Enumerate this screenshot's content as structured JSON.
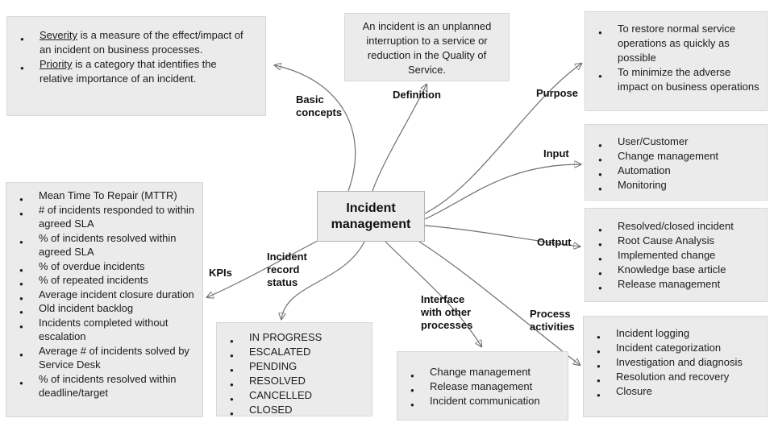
{
  "center": {
    "title": "Incident management"
  },
  "colors": {
    "box_fill": "#ebebeb",
    "box_border": "#d7d7d7",
    "center_border": "#b3b3b3",
    "edge_line": "#707070",
    "text": "#1c1c1c",
    "background": "#ffffff"
  },
  "labels": {
    "basic_concepts": "Basic concepts",
    "definition": "Definition",
    "purpose": "Purpose",
    "input": "Input",
    "output": "Output",
    "process_activities": "Process activities",
    "interface": "Interface with other processes",
    "incident_record_status": "Incident record status",
    "kpis": "KPIs"
  },
  "boxes": {
    "basic_concepts": {
      "items": [
        {
          "term": "Severity",
          "rest": " is a measure of the effect/impact of an incident on business processes."
        },
        {
          "term": "Priority",
          "rest": " is a category that identifies the relative importance of an incident."
        }
      ]
    },
    "definition": {
      "text": "An incident is an unplanned interruption to a service or reduction in the Quality of Service."
    },
    "purpose": {
      "items": [
        "To restore normal service operations as quickly as possible",
        "To minimize the adverse impact on business operations"
      ]
    },
    "input": {
      "items": [
        "User/Customer",
        "Change management",
        "Automation",
        "Monitoring"
      ]
    },
    "output": {
      "items": [
        "Resolved/closed incident",
        "Root Cause Analysis",
        "Implemented change",
        "Knowledge base article",
        "Release management"
      ]
    },
    "process_activities": {
      "items": [
        "Incident logging",
        "Incident categorization",
        "Investigation and diagnosis",
        "Resolution and recovery",
        "Closure"
      ]
    },
    "interface": {
      "items": [
        "Change management",
        "Release management",
        "Incident communication"
      ]
    },
    "incident_record_status": {
      "items": [
        "IN PROGRESS",
        "ESCALATED",
        "PENDING",
        "RESOLVED",
        "CANCELLED",
        "CLOSED"
      ]
    },
    "kpis": {
      "items": [
        "Mean Time To Repair (MTTR)",
        "# of incidents responded to within agreed SLA",
        "% of incidents resolved within agreed SLA",
        "% of overdue incidents",
        "% of repeated incidents",
        "Average incident closure duration",
        "Old incident backlog",
        "Incidents completed without escalation",
        "Average # of incidents solved by Service Desk",
        "% of incidents resolved within deadline/target"
      ]
    }
  }
}
